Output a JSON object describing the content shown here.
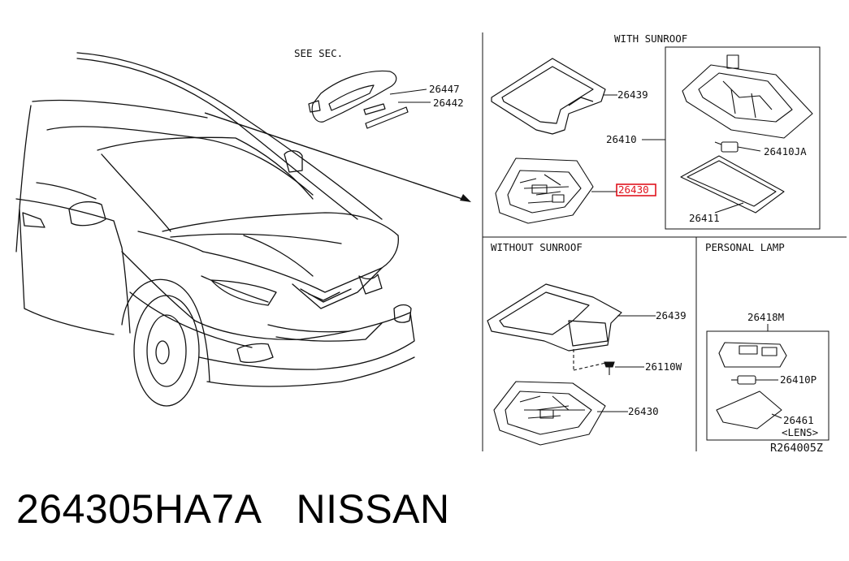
{
  "car_panel": {
    "see_sec_label": "SEE SEC.",
    "visor_callouts": [
      "26447",
      "26442"
    ]
  },
  "with_sunroof": {
    "title": "WITH SUNROOF",
    "frame_label": "26439",
    "assembly_label": "26410",
    "bulb_label": "26410JA",
    "lens_label": "26411",
    "highlighted_part": "26430",
    "highlight_color": "#e0141e"
  },
  "without_sunroof": {
    "title": "WITHOUT SUNROOF",
    "frame_label": "26439",
    "screw_label": "26110W",
    "lamp_label": "26430"
  },
  "personal_lamp": {
    "title": "PERSONAL LAMP",
    "lamp_label": "26418M",
    "bulb_label": "26410P",
    "lens_label": "26461",
    "lens_note": "<LENS>"
  },
  "diagram_code": "R264005Z",
  "caption": {
    "part_number": "264305HA7A",
    "brand": "NISSAN"
  }
}
